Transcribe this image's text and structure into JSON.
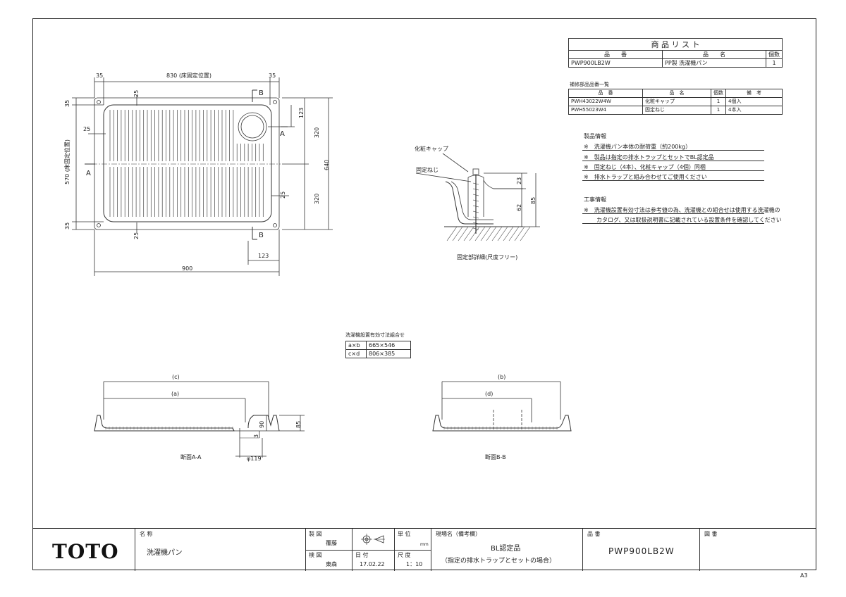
{
  "product_list": {
    "title": "商 品 リ ス ト",
    "headers": [
      "品　　番",
      "品　　名",
      "個数"
    ],
    "rows": [
      [
        "PWP900LB2W",
        "PP製 洗濯機パン",
        "1"
      ]
    ]
  },
  "parts_list": {
    "title": "補修部品品番一覧",
    "headers": [
      "品　番",
      "品　名",
      "個数",
      "備　考"
    ],
    "rows": [
      [
        "PWH43022W4W",
        "化粧キャップ",
        "1",
        "4個入"
      ],
      [
        "PWH55023W4",
        "固定ねじ",
        "1",
        "4本入"
      ]
    ]
  },
  "product_info": {
    "title": "製品情報",
    "items": [
      "※　洗濯機パン本体の耐荷重（約200kg）",
      "※　製品は指定の排水トラップとセットでBL認定品",
      "※　固定ねじ（4本）、化粧キャップ（4個）同梱",
      "※　排水トラップと組み合わせてご使用ください"
    ]
  },
  "construction_info": {
    "title": "工事情報",
    "items": [
      "※　洗濯機設置有効寸法は参考値の為、洗濯機との組合せは使用する洗濯機の",
      "カタログ、又は取扱説明書に記載されている設置条件を確認してください"
    ]
  },
  "plan_view": {
    "dims": {
      "top_left": "35",
      "top_mid": "830 (床固定位置)",
      "top_right": "35",
      "left_top": "35",
      "left_mid": "570 (床固定位置)",
      "left_bottom": "35",
      "inner_25_top": "25",
      "inner_25_left": "25",
      "inner_25_right": "25",
      "inner_25_bottom": "25",
      "drain_123_top": "123",
      "right_320_top": "320",
      "right_320_bottom": "320",
      "right_640": "640",
      "bottom_123": "123",
      "bottom_900": "900"
    },
    "markers": {
      "b_top": "B",
      "b_bottom": "B",
      "a_left": "A",
      "a_right": "A"
    }
  },
  "detail_view": {
    "label_cap": "化粧キャップ",
    "label_screw": "固定ねじ",
    "dim_23": "23",
    "dim_62": "62",
    "dim_85": "85",
    "caption": "固定部詳細(尺度フリー)"
  },
  "install_table": {
    "title": "洗濯機設置有効寸法組合せ",
    "rows": [
      [
        "a×b",
        "665×546"
      ],
      [
        "c×d",
        "806×385"
      ]
    ]
  },
  "section_a": {
    "dim_c": "(c)",
    "dim_a": "(a)",
    "dim_90": "90",
    "dim_85": "85",
    "dim_3": "3",
    "dim_dia": "φ119",
    "caption": "断面A-A"
  },
  "section_b": {
    "dim_b": "(b)",
    "dim_d": "(d)",
    "caption": "断面B-B"
  },
  "title_block": {
    "brand": "TOTO",
    "name_label": "名 称",
    "name_value": "洗濯機パン",
    "drawn_label": "製 図",
    "drawn_value": "覆藤",
    "checked_label": "検 図",
    "checked_value": "東森",
    "date_label": "日 付",
    "date_value": "17.02.22",
    "unit_label": "単 位",
    "unit_value": "mm",
    "scale_label": "尺 度",
    "scale_value": "1：10",
    "site_label": "現場名（備考欄）",
    "site_value1": "BL認定品",
    "site_value2": "（指定の排水トラップとセットの場合）",
    "part_label": "品 番",
    "part_value": "PWP900LB2W",
    "drawing_no_label": "図 番",
    "sheet_size": "A3"
  }
}
